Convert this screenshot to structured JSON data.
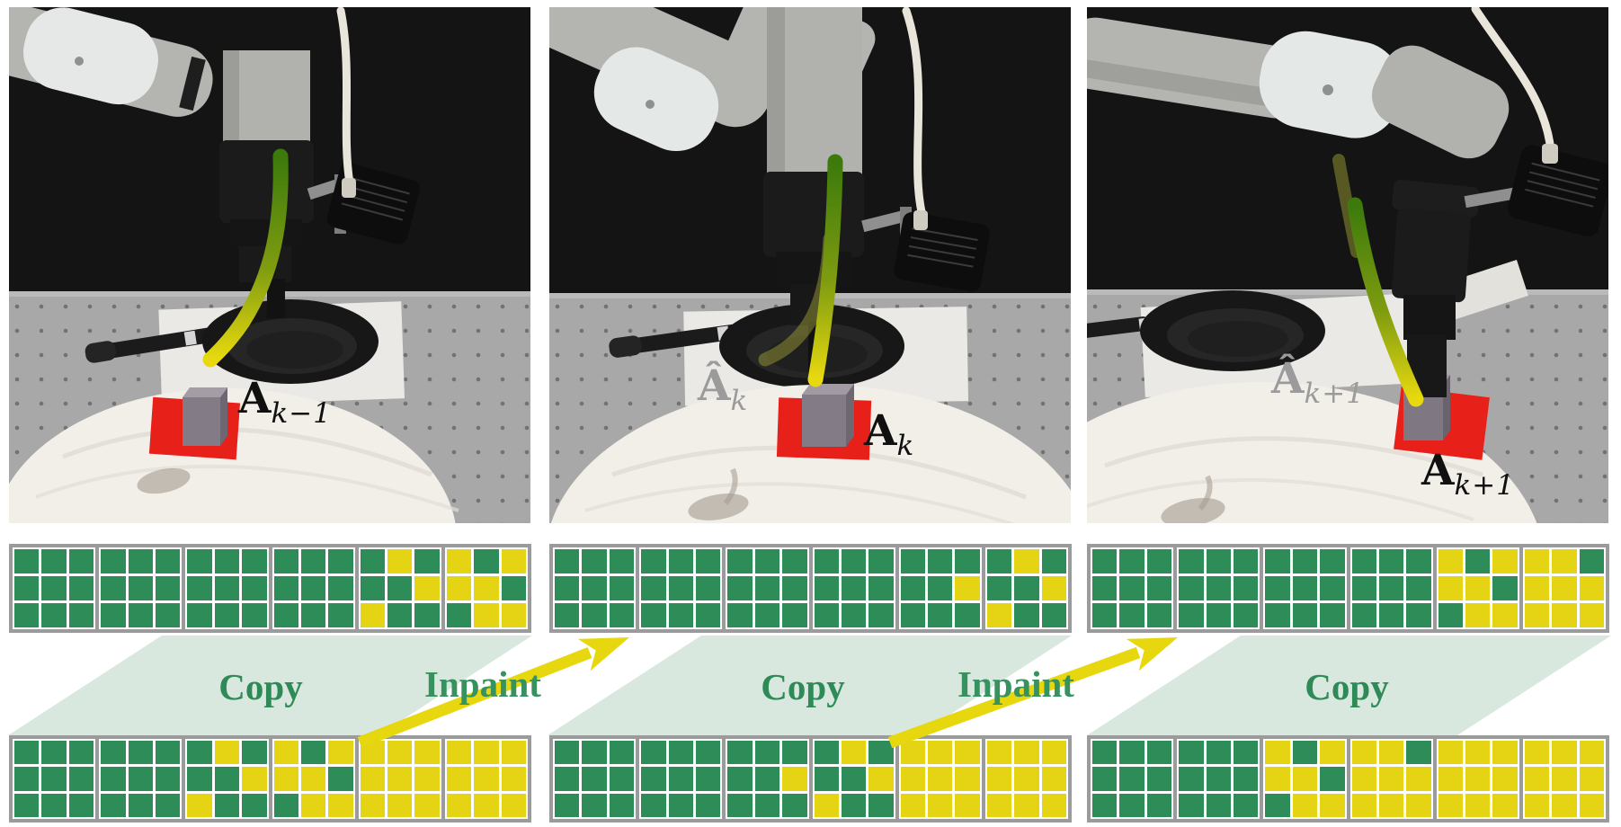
{
  "colors": {
    "token_green": "#2e8c58",
    "token_yellow": "#e4d414",
    "grid_border": "#9b9b9b",
    "mint_band": "#d9e8df",
    "copy_text_green": "#2e8b57",
    "inpaint_text_green": "#379260",
    "arrow_yellow": "#e7d70e",
    "target_red": "#e7211a",
    "backdrop_black": "#141414",
    "label_gray": "#9b9b9b",
    "label_black": "#101010"
  },
  "photos": [
    {
      "name": "robot-step-k-1",
      "labels": [
        {
          "main": "A",
          "sub": "k−1",
          "variant": "actual"
        }
      ]
    },
    {
      "name": "robot-step-k",
      "labels": [
        {
          "main": "Â",
          "sub": "k",
          "variant": "predicted"
        },
        {
          "main": "A",
          "sub": "k",
          "variant": "actual"
        }
      ]
    },
    {
      "name": "robot-step-k+1",
      "labels": [
        {
          "main": "Â",
          "sub": "k+1",
          "variant": "predicted"
        },
        {
          "main": "A",
          "sub": "k+1",
          "variant": "actual"
        }
      ]
    }
  ],
  "process_labels": [
    "Copy",
    "Inpaint",
    "Copy",
    "Inpaint",
    "Copy"
  ],
  "grids": {
    "legend": {
      "G": "#2e8c58",
      "Y": "#e4d414"
    },
    "top": [
      [
        [
          "GGG",
          "GGG",
          "GGG"
        ],
        [
          "GGG",
          "GGG",
          "GGG"
        ],
        [
          "GGG",
          "GGG",
          "GGG"
        ],
        [
          "GGG",
          "GGG",
          "GGG"
        ],
        [
          "GYG",
          "GGY",
          "YGG"
        ],
        [
          "YGY",
          "YYG",
          "GYY"
        ]
      ],
      [
        [
          "GGG",
          "GGG",
          "GGG"
        ],
        [
          "GGG",
          "GGG",
          "GGG"
        ],
        [
          "GGG",
          "GGG",
          "GGG"
        ],
        [
          "GGG",
          "GGG",
          "GGG"
        ],
        [
          "GGG",
          "GGY",
          "GGG"
        ],
        [
          "GYG",
          "GGY",
          "YGG"
        ]
      ],
      [
        [
          "GGG",
          "GGG",
          "GGG"
        ],
        [
          "GGG",
          "GGG",
          "GGG"
        ],
        [
          "GGG",
          "GGG",
          "GGG"
        ],
        [
          "GGG",
          "GGG",
          "GGG"
        ],
        [
          "YGY",
          "YYG",
          "GYY"
        ],
        [
          "YYG",
          "YYY",
          "YYY"
        ]
      ]
    ],
    "bottom": [
      [
        [
          "GGG",
          "GGG",
          "GGG"
        ],
        [
          "GGG",
          "GGG",
          "GGG"
        ],
        [
          "GYG",
          "GGY",
          "YGG"
        ],
        [
          "YGY",
          "YYG",
          "GYY"
        ],
        [
          "YYY",
          "YYY",
          "YYY"
        ],
        [
          "YYY",
          "YYY",
          "YYY"
        ]
      ],
      [
        [
          "GGG",
          "GGG",
          "GGG"
        ],
        [
          "GGG",
          "GGG",
          "GGG"
        ],
        [
          "GGG",
          "GGY",
          "GGG"
        ],
        [
          "GYG",
          "GGY",
          "YGG"
        ],
        [
          "YYY",
          "YYY",
          "YYY"
        ],
        [
          "YYY",
          "YYY",
          "YYY"
        ]
      ],
      [
        [
          "GGG",
          "GGG",
          "GGG"
        ],
        [
          "GGG",
          "GGG",
          "GGG"
        ],
        [
          "YGY",
          "YYG",
          "GYY"
        ],
        [
          "YYG",
          "YYY",
          "YYY"
        ],
        [
          "YYY",
          "YYY",
          "YYY"
        ],
        [
          "YYY",
          "YYY",
          "YYY"
        ]
      ]
    ]
  }
}
